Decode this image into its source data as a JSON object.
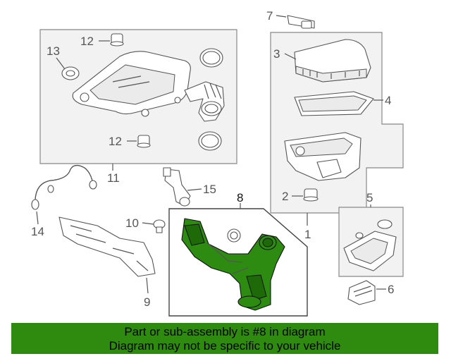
{
  "callouts": {
    "c1": "1",
    "c2": "2",
    "c3": "3",
    "c4": "4",
    "c5": "5",
    "c6": "6",
    "c7": "7",
    "c8": "8",
    "c9": "9",
    "c10": "10",
    "c11": "11",
    "c12a": "12",
    "c12b": "12",
    "c13": "13",
    "c14": "14",
    "c15": "15"
  },
  "highlight": {
    "part_number": "8",
    "color": "#2e8b12"
  },
  "banner": {
    "line1": "Part or sub-assembly is #8 in diagram",
    "line2": "Diagram may not be specific to your vehicle",
    "color": "#2f8a10"
  }
}
